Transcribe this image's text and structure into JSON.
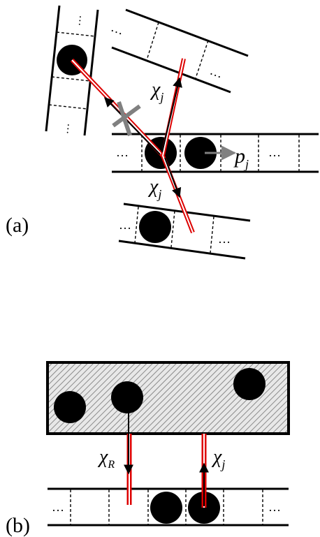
{
  "panel_a": {
    "label": "(a)",
    "dots": "…",
    "flux_upper": {
      "symbol": "χ",
      "sub": "j"
    },
    "flux_lower": {
      "symbol": "χ",
      "sub": "j"
    },
    "momentum": {
      "symbol": "p",
      "sub": "j"
    }
  },
  "panel_b": {
    "label": "(b)",
    "dots": "…",
    "flux_left": {
      "symbol": "χ",
      "sub": "R"
    },
    "flux_right": {
      "symbol": "χ",
      "sub": "j"
    }
  },
  "colors": {
    "ink": "#000000",
    "rail": "#dd0000",
    "blocked": "#808080",
    "hatch": "#9a9a9a"
  }
}
